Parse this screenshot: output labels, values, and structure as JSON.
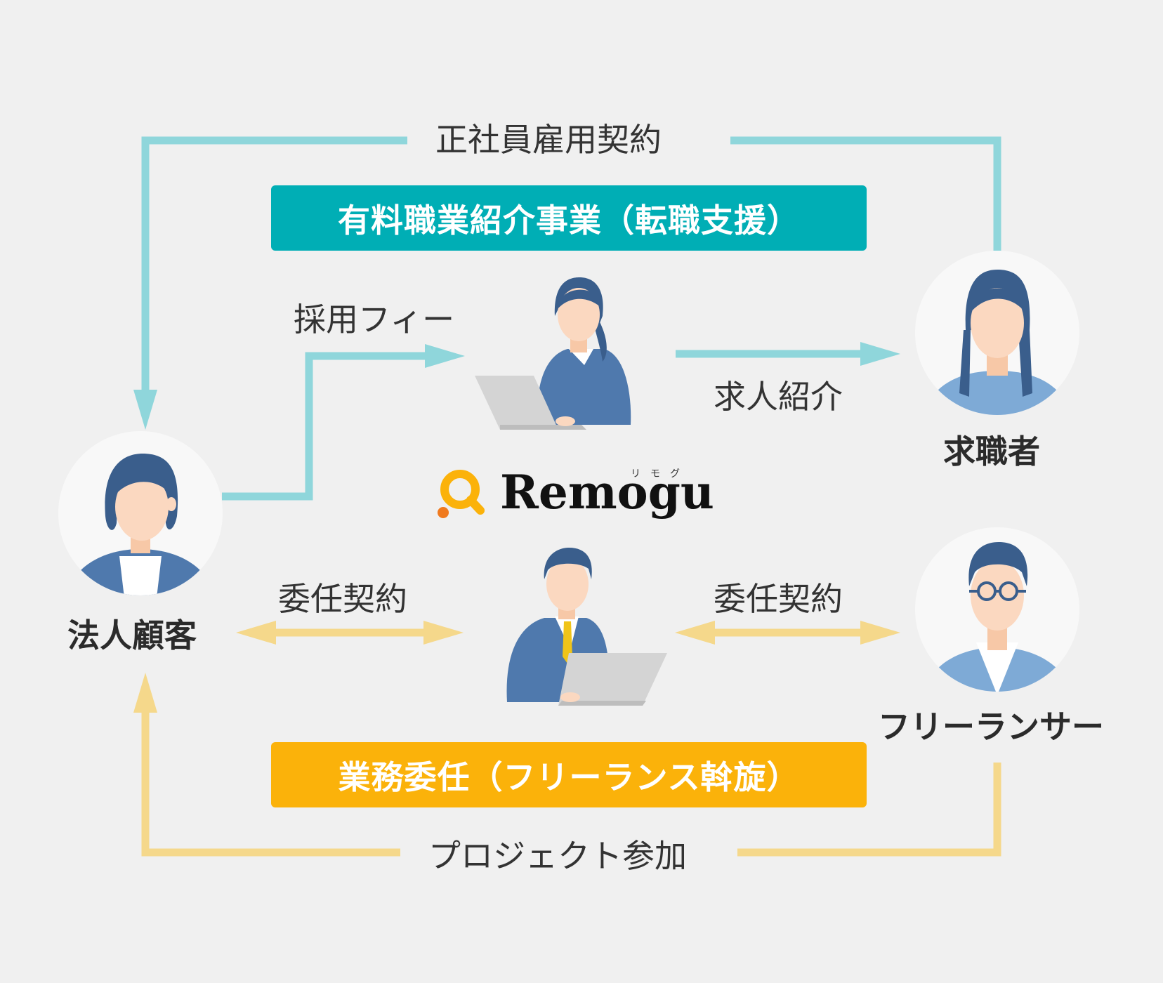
{
  "top_contract": "正社員雇用契約",
  "placement_banner": "有料職業紹介事業（転職支援）",
  "hiring_fee": "採用フィー",
  "job_introduction": "求人紹介",
  "job_seeker": "求職者",
  "corporate_client": "法人顧客",
  "freelancer": "フリーランサー",
  "logo": {
    "word": "Remogu",
    "ruby": "リモグ"
  },
  "left_contract": "委任契約",
  "right_contract": "委任契約",
  "outsourcing_banner": "業務委任（フリーランス斡旋）",
  "bottom_flow": "プロジェクト参加",
  "colors": {
    "teal_line": "#8fd6db",
    "teal_banner": "#00aeb5",
    "yellow_line": "#f5d88b",
    "yellow_banner": "#fbb20a",
    "suit_blue": "#4f79ad",
    "hair_navy": "#3a5e8c",
    "skin": "#fbd8c0"
  }
}
